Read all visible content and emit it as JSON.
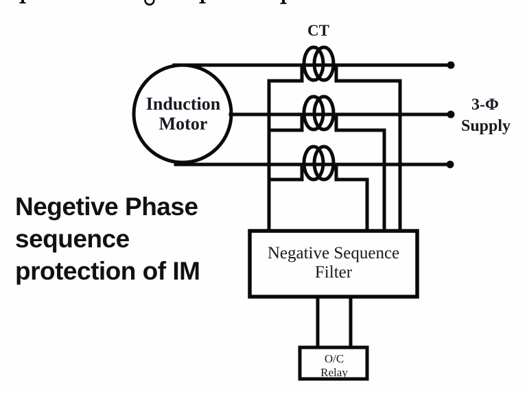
{
  "annotation": {
    "line1": "Negetive Phase",
    "line2": "sequence",
    "line3": "protection of IM"
  },
  "diagram": {
    "ct_label": "CT",
    "motor": {
      "line1": "Induction",
      "line2": "Motor"
    },
    "supply": {
      "line1": "3-Φ",
      "line2": "Supply"
    },
    "filter": {
      "line1": "Negative Sequence",
      "line2": "Filter"
    },
    "relay": {
      "line1": "O/C",
      "line2": "Relay"
    }
  },
  "colors": {
    "background": "#fefefe",
    "line": "#0a0a0a",
    "diagram_text": "#191922",
    "title_text": "#111111"
  }
}
